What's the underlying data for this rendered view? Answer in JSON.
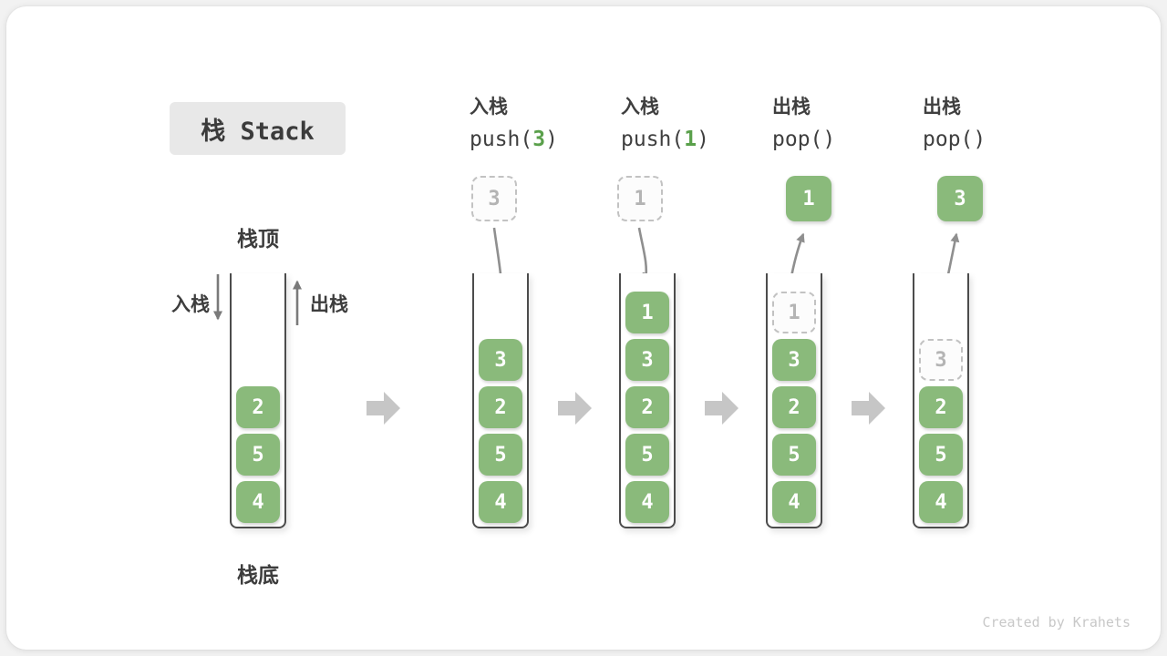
{
  "title": "栈 Stack",
  "labels": {
    "stack_top": "栈顶",
    "stack_bottom": "栈底",
    "push_side": "入栈",
    "pop_side": "出栈"
  },
  "watermark": "Created by Krahets",
  "colors": {
    "box_green": "#8aba7b",
    "code_accent_green": "#5aa04b",
    "ghost_border": "#c2c2c2",
    "ghost_text": "#b4b4b4",
    "connector_gray": "#8f8f8f",
    "flow_arrow_gray": "#c6c6c6",
    "wall_dark": "#4c4c4c",
    "text_dark": "#3c3c3c"
  },
  "columns": [
    {
      "name": "initial-stack",
      "stack": [
        {
          "v": "2"
        },
        {
          "v": "5"
        },
        {
          "v": "4"
        }
      ]
    },
    {
      "name": "push-3",
      "header": {
        "cn": "入栈",
        "code_prefix": "push(",
        "code_arg": "3",
        "code_suffix": ")"
      },
      "float": {
        "v": "3",
        "ghost": true
      },
      "stack": [
        {
          "v": "3"
        },
        {
          "v": "2"
        },
        {
          "v": "5"
        },
        {
          "v": "4"
        }
      ]
    },
    {
      "name": "push-1",
      "header": {
        "cn": "入栈",
        "code_prefix": "push(",
        "code_arg": "1",
        "code_suffix": ")"
      },
      "float": {
        "v": "1",
        "ghost": true
      },
      "stack": [
        {
          "v": "1"
        },
        {
          "v": "3"
        },
        {
          "v": "2"
        },
        {
          "v": "5"
        },
        {
          "v": "4"
        }
      ]
    },
    {
      "name": "pop-first",
      "header": {
        "cn": "出栈",
        "code_prefix": "pop(",
        "code_arg": "",
        "code_suffix": ")"
      },
      "float": {
        "v": "1",
        "ghost": false
      },
      "stack": [
        {
          "v": "1",
          "ghost": true
        },
        {
          "v": "3"
        },
        {
          "v": "2"
        },
        {
          "v": "5"
        },
        {
          "v": "4"
        }
      ]
    },
    {
      "name": "pop-second",
      "header": {
        "cn": "出栈",
        "code_prefix": "pop(",
        "code_arg": "",
        "code_suffix": ")"
      },
      "float": {
        "v": "3",
        "ghost": false
      },
      "stack": [
        {
          "v": "3",
          "ghost": true
        },
        {
          "v": "2"
        },
        {
          "v": "5"
        },
        {
          "v": "4"
        }
      ]
    }
  ]
}
